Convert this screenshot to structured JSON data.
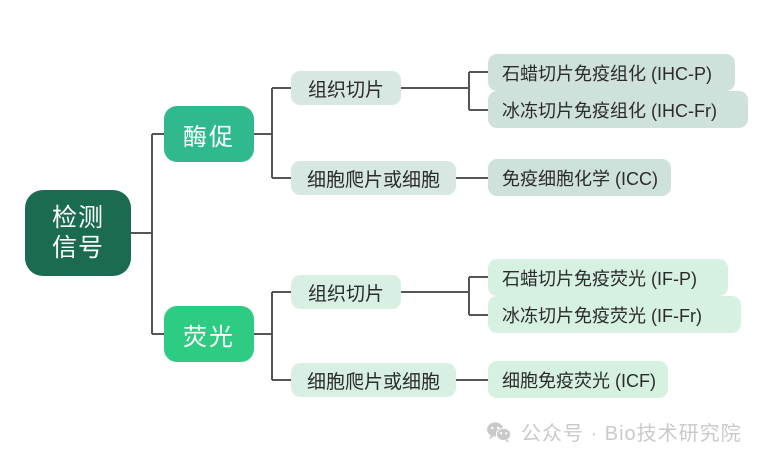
{
  "diagram": {
    "root": {
      "label": "检测信号",
      "line1": "检测",
      "line2": "信号",
      "color": "#1a6b4f"
    },
    "branches": [
      {
        "label": "酶促",
        "color": "#2fb98d",
        "children": [
          {
            "label": "组织切片",
            "color": "#d7e8e2",
            "leaves": [
              {
                "label": "石蜡切片免疫组化 (IHC-P)",
                "color": "#cfe1db"
              },
              {
                "label": "冰冻切片免疫组化 (IHC-Fr)",
                "color": "#cfe1db"
              }
            ]
          },
          {
            "label": "细胞爬片或细胞",
            "color": "#d7e8e2",
            "leaves": [
              {
                "label": "免疫细胞化学 (ICC)",
                "color": "#cfe1db"
              }
            ]
          }
        ]
      },
      {
        "label": "荧光",
        "color": "#2ecc82",
        "children": [
          {
            "label": "组织切片",
            "color": "#d8f0e4",
            "leaves": [
              {
                "label": "石蜡切片免疫荧光 (IF-P)",
                "color": "#d6f0e2"
              },
              {
                "label": "冰冻切片免疫荧光 (IF-Fr)",
                "color": "#d6f0e2"
              }
            ]
          },
          {
            "label": "细胞爬片或细胞",
            "color": "#d8f0e4",
            "leaves": [
              {
                "label": "细胞免疫荧光 (ICF)",
                "color": "#d6f0e2"
              }
            ]
          }
        ]
      }
    ],
    "connector_color": "#555555"
  },
  "watermark": {
    "icon": "wechat-icon",
    "text": "公众号 · Bio技术研究院",
    "color": "#c9c9c9"
  }
}
